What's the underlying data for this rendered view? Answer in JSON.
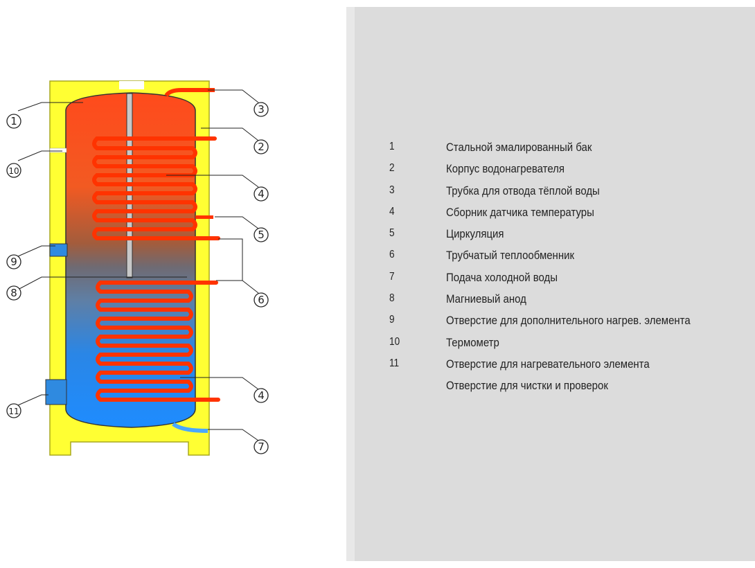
{
  "diagram": {
    "callouts": [
      "1",
      "10",
      "9",
      "8",
      "11",
      "3",
      "2",
      "4",
      "5",
      "6",
      "7"
    ],
    "colors": {
      "housing": "#ffff33",
      "hot": "#ff5522",
      "cold": "#1e90ff",
      "coil": "#ff3300",
      "anode": "#bdbdbd"
    }
  },
  "legend": [
    {
      "num": "1",
      "text": "Стальной эмалированный бак"
    },
    {
      "num": "2",
      "text": "Корпус водонагревателя"
    },
    {
      "num": "3",
      "text": "Трубка для отвода тёплой воды"
    },
    {
      "num": "4",
      "text": "Сборник датчика температуры"
    },
    {
      "num": "5",
      "text": "Циркуляция"
    },
    {
      "num": "6",
      "text": "Трубчатый теплообменник"
    },
    {
      "num": "7",
      "text": "Подача холодной воды"
    },
    {
      "num": "8",
      "text": "Магниевый анод"
    },
    {
      "num": "9",
      "text": "Отверстие для дополнительного нагрев. элемента"
    },
    {
      "num": "10",
      "text": "Термометр"
    },
    {
      "num": "11",
      "text": "Отверстие для нагревательного элемента"
    },
    {
      "num": "",
      "text": "Отверстие для чистки и проверок"
    }
  ]
}
